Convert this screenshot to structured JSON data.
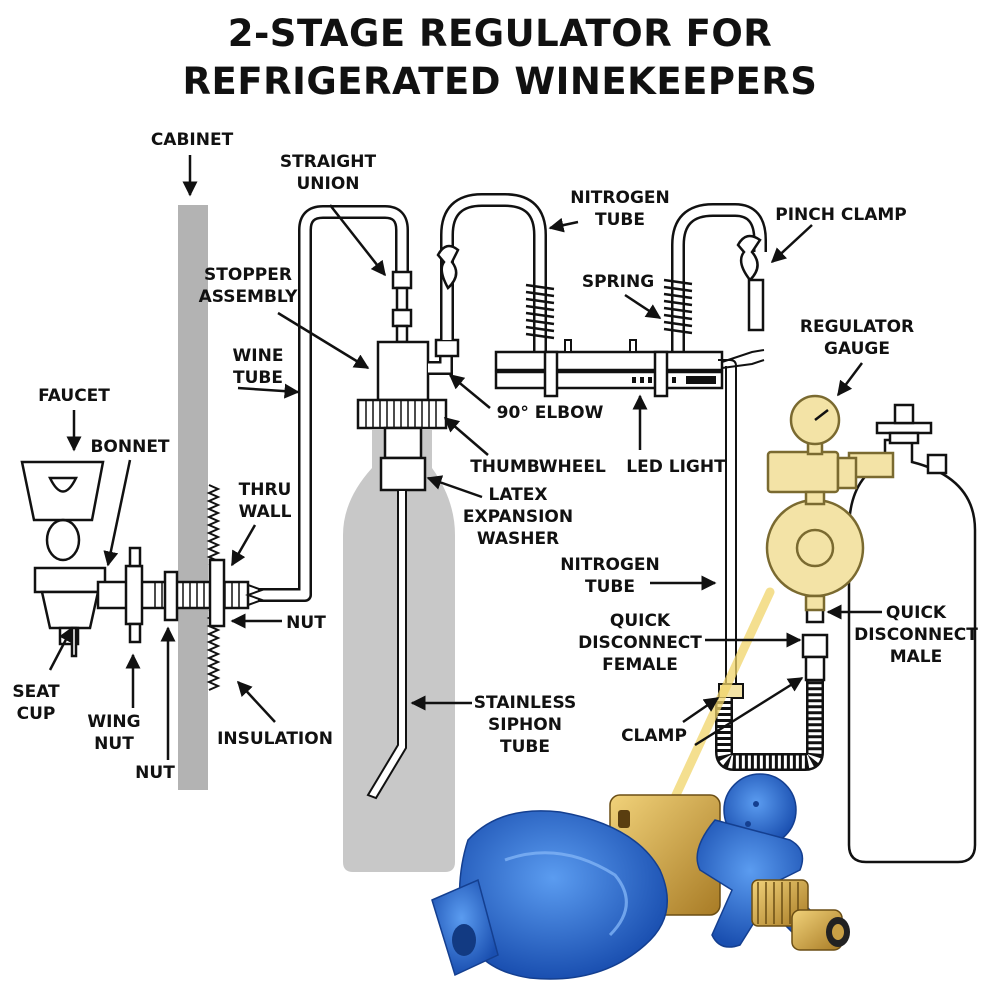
{
  "title": {
    "line1": "2-STAGE REGULATOR FOR",
    "line2": "REFRIGERATED WINEKEEPERS"
  },
  "labels": {
    "cabinet": "CABINET",
    "straight_union": [
      "STRAIGHT",
      "UNION"
    ],
    "nitrogen_tube_top": [
      "NITROGEN",
      "TUBE"
    ],
    "pinch_clamp": "PINCH CLAMP",
    "stopper_assembly": [
      "STOPPER",
      "ASSEMBLY"
    ],
    "spring": "SPRING",
    "regulator_gauge": [
      "REGULATOR",
      "GAUGE"
    ],
    "wine_tube": [
      "WINE",
      "TUBE"
    ],
    "faucet": "FAUCET",
    "bonnet": "BONNET",
    "elbow_90": "90° ELBOW",
    "thumbwheel": "THUMBWHEEL",
    "led_light": "LED LIGHT",
    "thru_wall": [
      "THRU",
      "WALL"
    ],
    "latex_expansion_washer": [
      "LATEX",
      "EXPANSION",
      "WASHER"
    ],
    "nitrogen_tube_right": [
      "NITROGEN",
      "TUBE"
    ],
    "nut_right": "NUT",
    "quick_disconnect_male": [
      "QUICK",
      "DISCONNECT",
      "MALE"
    ],
    "quick_disconnect_female": [
      "QUICK",
      "DISCONNECT",
      "FEMALE"
    ],
    "seat_cup": [
      "SEAT",
      "CUP"
    ],
    "stainless_siphon_tube": [
      "STAINLESS",
      "SIPHON",
      "TUBE"
    ],
    "wing_nut": [
      "WING",
      "NUT"
    ],
    "insulation": "INSULATION",
    "clamp": "CLAMP",
    "nut_bottom": "NUT"
  },
  "colors": {
    "ink": "#111111",
    "cabinet_gray": "#b3b3b3",
    "bottle_gray": "#c8c8c8",
    "regulator_brass": "#f3e3a6",
    "regulator_stroke": "#7a6a30",
    "highlight_line": "#f0d46a",
    "photo_blue": "#2a6fd6",
    "photo_brass": "#c9a045"
  }
}
